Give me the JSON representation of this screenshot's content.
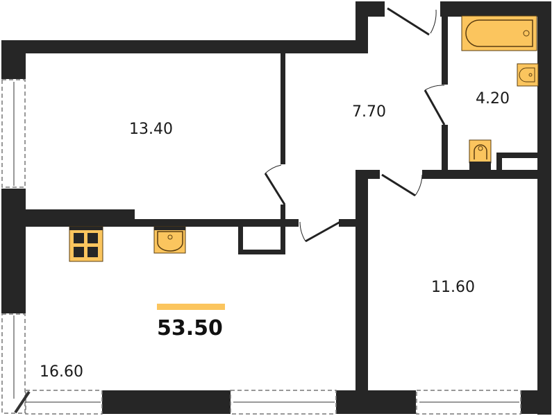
{
  "plan": {
    "total_area": "53.50",
    "rooms": [
      {
        "name": "room-1",
        "area": "13.40"
      },
      {
        "name": "hallway",
        "area": "7.70"
      },
      {
        "name": "bathroom",
        "area": "4.20"
      },
      {
        "name": "kitchen-living",
        "area": "16.60"
      },
      {
        "name": "room-2",
        "area": "11.60"
      }
    ],
    "fixtures": [
      "bathtub-icon",
      "washbasin-icon",
      "toilet-icon",
      "stove-icon",
      "kitchen-sink-icon"
    ]
  },
  "colors": {
    "wall": "#262626",
    "fixture_fill": "#FBC55E",
    "fixture_stroke": "#5a3d10",
    "accent": "#FBC55E"
  }
}
